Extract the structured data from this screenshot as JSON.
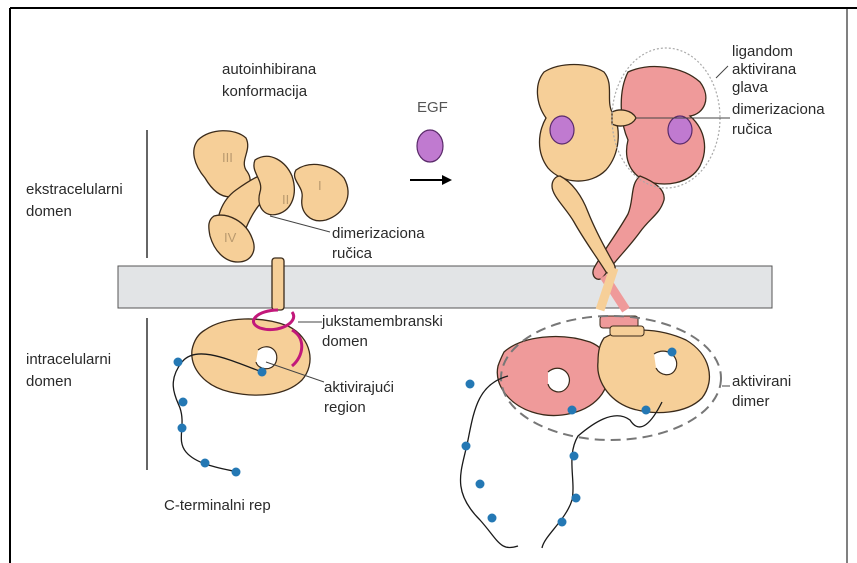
{
  "figure": {
    "extracellular_label": [
      "ekstracelularni",
      "domen"
    ],
    "intracellular_label": [
      "intracelularni",
      "domen"
    ],
    "autoinhibited_label": [
      "autoinhibirana",
      "konformacija"
    ],
    "egf_label": "EGF",
    "domain_numerals": [
      "I",
      "II",
      "III",
      "IV"
    ],
    "dimerization_arm_left": [
      "dimerizaciona",
      "ručica"
    ],
    "juxtamembrane_label": [
      "jukstamembranski",
      "domen"
    ],
    "activating_region_label": [
      "aktivirajući",
      "region"
    ],
    "c_tail_label": "C-terminalni rep",
    "ligand_head_label": [
      "ligandom",
      "aktivirana",
      "glava"
    ],
    "dimerization_arm_right": [
      "dimerizaciona",
      "ručica"
    ],
    "activated_dimer_label": [
      "aktivirani",
      "dimer"
    ]
  },
  "colors": {
    "receptor_tan": "#f6cf98",
    "receptor_tan_stroke": "#3a2a1a",
    "receptor_pink": "#ef9a9a",
    "ligand_purple": "#c07ad0",
    "membrane_gray": "#e2e4e6",
    "phospho_blue": "#2478b4",
    "jm_magenta": "#c2187a",
    "frame_black": "#000000"
  }
}
